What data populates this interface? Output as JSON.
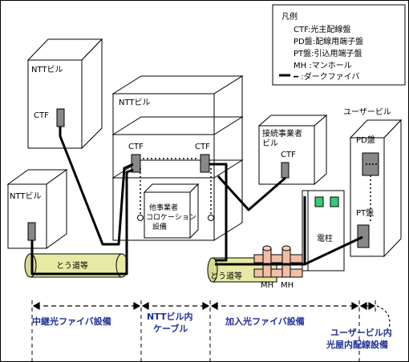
{
  "legend": {
    "title": "凡例",
    "items": [
      "CTF:光主配線盤",
      "PD盤:配線用端子盤",
      "PT盤:引込用端子盤",
      "MH  :マンホール",
      "━ :ダークファイバ"
    ]
  },
  "buildings": {
    "ntt_top": "NTTビル",
    "ntt_left": "NTTビル",
    "ntt_center": "NTTビル",
    "connect_line1": "接続事業者",
    "connect_line2": "ビル",
    "user": "ユーザービル"
  },
  "equipment": {
    "ctf": "CTF",
    "pd": "PD盤",
    "pt": "PT盤",
    "colo_line1": "他事業者",
    "colo_line2": "コロケーション",
    "colo_line3": "設備",
    "pole": "電柱",
    "mh": "MH"
  },
  "conduit": {
    "label": "とう道等"
  },
  "sections": {
    "relay_line1": "中継光ファイバ設備",
    "ntt_inner_line1": "NTTビル内",
    "ntt_inner_line2": "ケーブル",
    "subscriber_line1": "加入光ファイバ設備",
    "user_inner_line1": "ユーザービル内",
    "user_inner_line2": "光屋内配線設備"
  },
  "colors": {
    "section_text": "#1f2f9a",
    "conduit_fill": "#e6eaa4",
    "pipe_fill": "#f0bfa6",
    "pole_green": "#33cc77"
  }
}
